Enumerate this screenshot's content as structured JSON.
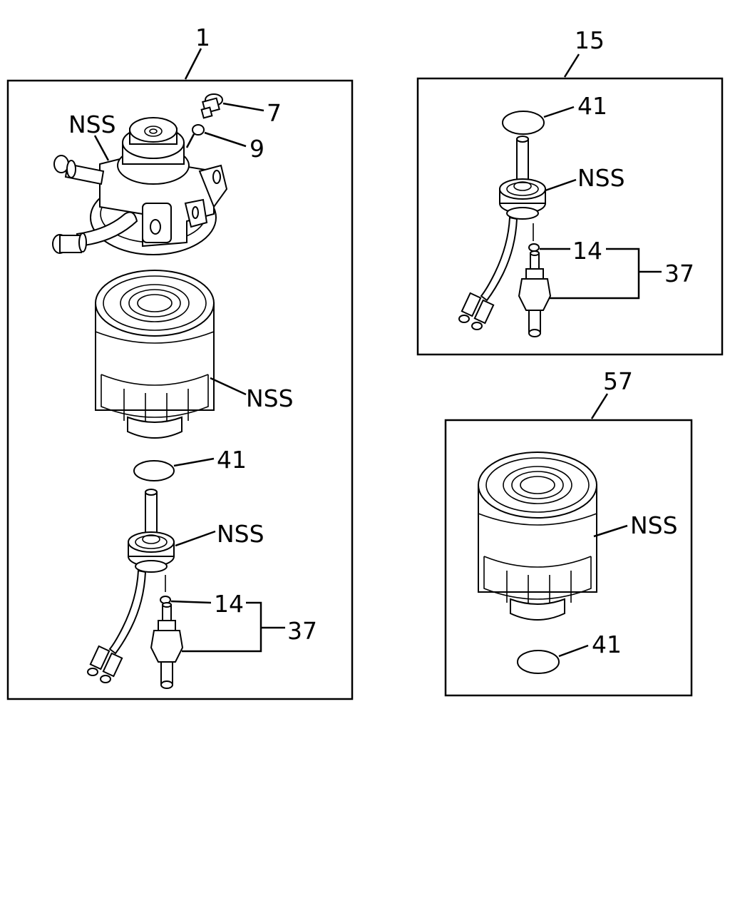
{
  "diagram": {
    "assembly_1": {
      "number": "1",
      "labels": {
        "nss_head": "NSS",
        "item_7": "7",
        "item_9": "9",
        "nss_filter": "NSS",
        "item_41": "41",
        "nss_sensor": "NSS",
        "item_14": "14",
        "item_37": "37"
      }
    },
    "assembly_15": {
      "number": "15",
      "labels": {
        "item_41": "41",
        "nss_sensor": "NSS",
        "item_14": "14",
        "item_37": "37"
      }
    },
    "assembly_57": {
      "number": "57",
      "labels": {
        "nss_filter": "NSS",
        "item_41": "41"
      }
    }
  }
}
